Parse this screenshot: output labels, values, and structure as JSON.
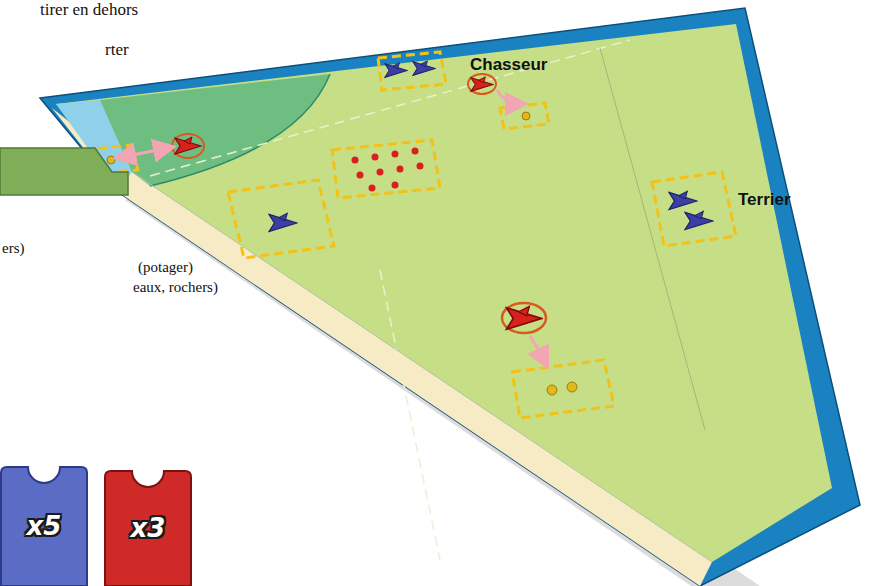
{
  "diagram": {
    "nodes": [
      {
        "text": [
          "x5"
        ]
      },
      {
        "text": [
          "x3"
        ]
      }
    ],
    "labels": [
      "tirer en dehors",
      "rter",
      "Chasseur",
      "Terrier",
      "ers)",
      "(potager)",
      "eaux, rochers)"
    ]
  }
}
